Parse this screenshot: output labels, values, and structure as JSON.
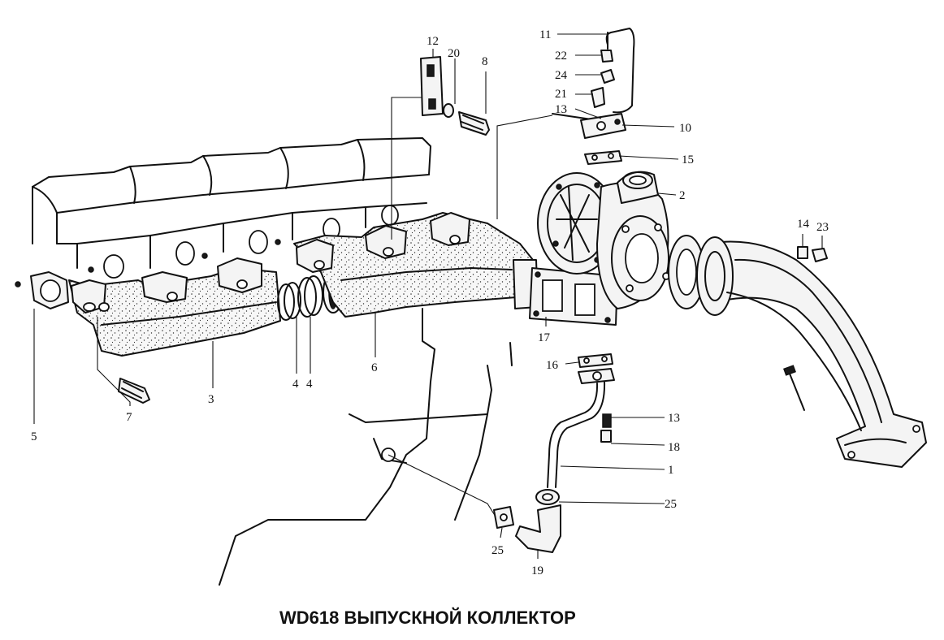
{
  "title": "WD618 ВЫПУСКНОЙ КОЛЛЕКТОР",
  "callouts": [
    {
      "id": "c1",
      "text": "1"
    },
    {
      "id": "c2",
      "text": "2"
    },
    {
      "id": "c3",
      "text": "3"
    },
    {
      "id": "c4a",
      "text": "4"
    },
    {
      "id": "c4b",
      "text": "4"
    },
    {
      "id": "c5",
      "text": "5"
    },
    {
      "id": "c6",
      "text": "6"
    },
    {
      "id": "c7",
      "text": "7"
    },
    {
      "id": "c8",
      "text": "8"
    },
    {
      "id": "c10",
      "text": "10"
    },
    {
      "id": "c11",
      "text": "11"
    },
    {
      "id": "c12",
      "text": "12"
    },
    {
      "id": "c13a",
      "text": "13"
    },
    {
      "id": "c13b",
      "text": "13"
    },
    {
      "id": "c14",
      "text": "14"
    },
    {
      "id": "c15",
      "text": "15"
    },
    {
      "id": "c16",
      "text": "16"
    },
    {
      "id": "c17",
      "text": "17"
    },
    {
      "id": "c18",
      "text": "18"
    },
    {
      "id": "c19",
      "text": "19"
    },
    {
      "id": "c20",
      "text": "20"
    },
    {
      "id": "c21",
      "text": "21"
    },
    {
      "id": "c22",
      "text": "22"
    },
    {
      "id": "c23",
      "text": "23"
    },
    {
      "id": "c24",
      "text": "24"
    },
    {
      "id": "c25a",
      "text": "25"
    },
    {
      "id": "c25b",
      "text": "25"
    }
  ]
}
